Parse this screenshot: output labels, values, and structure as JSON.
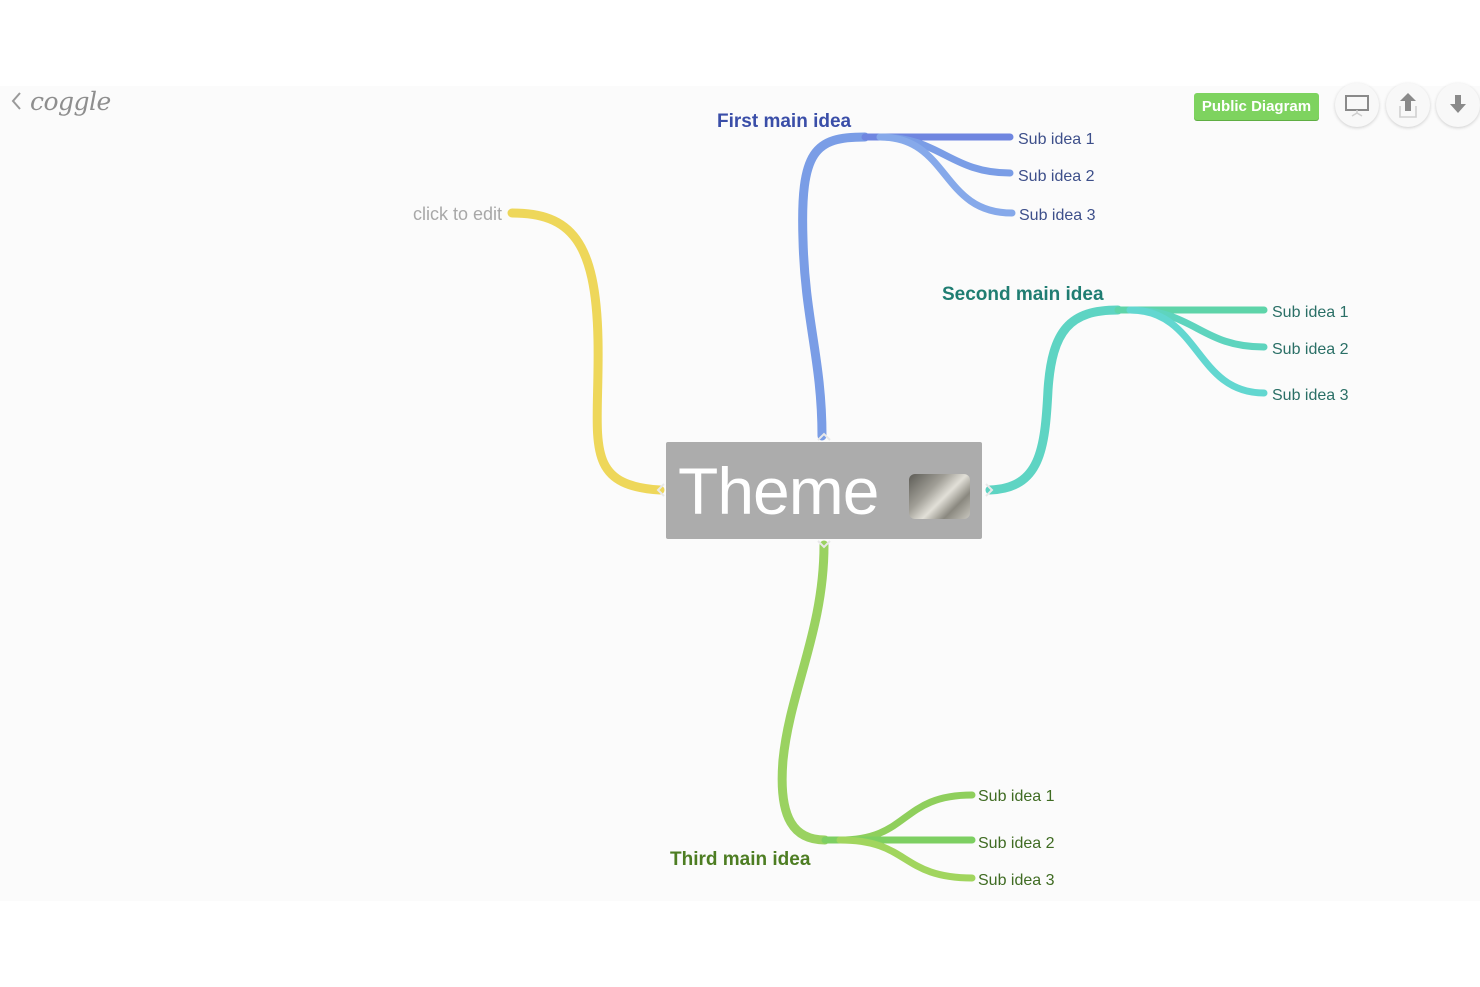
{
  "app": {
    "brand": "coggle",
    "badge": "Public Diagram"
  },
  "icons": {
    "back": "chevron-left-icon",
    "present": "presentation-icon",
    "share": "upload-icon",
    "download": "download-icon"
  },
  "theme": {
    "label": "Theme",
    "color": "#acacac"
  },
  "placeholder": {
    "label": "click to edit",
    "color": "#eed75a"
  },
  "branches": [
    {
      "id": "first",
      "label": "First main idea",
      "color": "#7a9de6",
      "label_color": "#3a4ea8",
      "subs": [
        "Sub idea 1",
        "Sub idea 2",
        "Sub idea 3"
      ]
    },
    {
      "id": "second",
      "label": "Second main idea",
      "color": "#5ed4c3",
      "label_color": "#1f7d72",
      "subs": [
        "Sub idea 1",
        "Sub idea 2",
        "Sub idea 3"
      ]
    },
    {
      "id": "third",
      "label": "Third main idea",
      "color": "#9ad261",
      "label_color": "#4d7d22",
      "subs": [
        "Sub idea 1",
        "Sub idea 2",
        "Sub idea 3"
      ]
    }
  ]
}
